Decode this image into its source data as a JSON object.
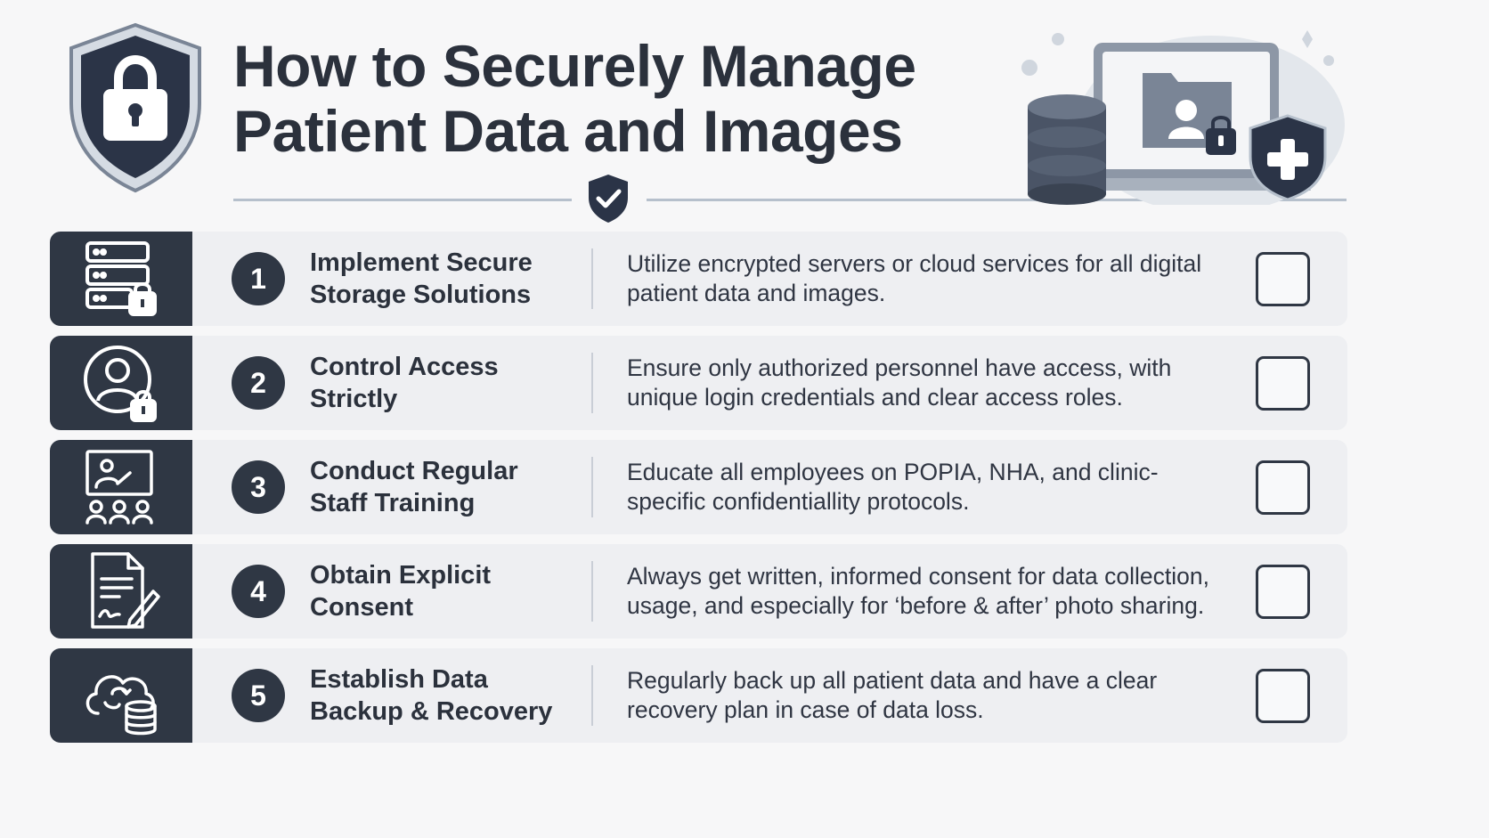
{
  "header": {
    "title_line1": "How to Securely Manage",
    "title_line2": "Patient Data and Images"
  },
  "colors": {
    "dark": "#2f3744",
    "row_background": "#eeeff2",
    "page_background": "#f7f7f8",
    "accent_gray": "#7a8596"
  },
  "steps": [
    {
      "number": "1",
      "icon": "server-lock-icon",
      "title": "Implement Secure Storage Solutions",
      "description": "Utilize encrypted servers or cloud services for all digital patient data and images."
    },
    {
      "number": "2",
      "icon": "user-lock-icon",
      "title": "Control Access Strictly",
      "description": "Ensure only authorized personnel have access, with unique login credentials and clear access roles."
    },
    {
      "number": "3",
      "icon": "training-board-icon",
      "title": "Conduct Regular Staff Training",
      "description": "Educate all employees on POPIA, NHA, and clinic-specific confidentiallity protocols."
    },
    {
      "number": "4",
      "icon": "signed-document-icon",
      "title": "Obtain Explicit Consent",
      "description": "Always get written, informed consent for data collection, usage, and especially for ‘before & after’ photo sharing."
    },
    {
      "number": "5",
      "icon": "cloud-backup-icon",
      "title": "Establish Data Backup & Recovery",
      "description": "Regularly back up all patient data and have a clear recovery plan in case of data loss."
    }
  ]
}
